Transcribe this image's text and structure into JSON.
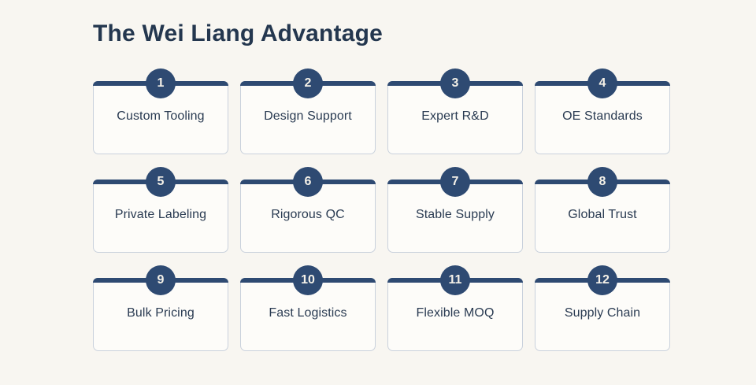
{
  "page": {
    "title": "The Wei Liang Advantage"
  },
  "colors": {
    "page_background": "#f8f6f1",
    "card_background": "#fdfcf9",
    "card_border": "#c9d1dc",
    "accent_navy": "#2e4a72",
    "title_text": "#24374f",
    "label_text": "#2a3b52",
    "badge_number_text": "#f5f1e8"
  },
  "cards": [
    {
      "number": "1",
      "label": "Custom Tooling"
    },
    {
      "number": "2",
      "label": "Design Support"
    },
    {
      "number": "3",
      "label": "Expert R&D"
    },
    {
      "number": "4",
      "label": "OE Standards"
    },
    {
      "number": "5",
      "label": "Private Labeling"
    },
    {
      "number": "6",
      "label": "Rigorous QC"
    },
    {
      "number": "7",
      "label": "Stable Supply"
    },
    {
      "number": "8",
      "label": "Global Trust"
    },
    {
      "number": "9",
      "label": "Bulk Pricing"
    },
    {
      "number": "10",
      "label": "Fast Logistics"
    },
    {
      "number": "11",
      "label": "Flexible MOQ"
    },
    {
      "number": "12",
      "label": "Supply Chain"
    }
  ]
}
